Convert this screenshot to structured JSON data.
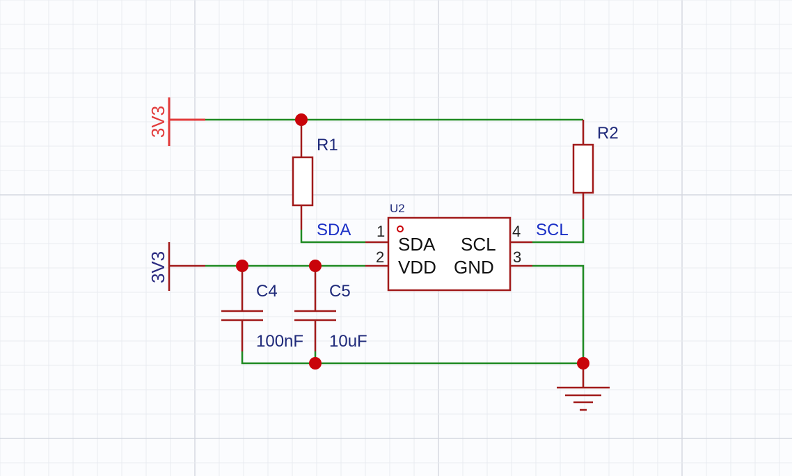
{
  "power_top": {
    "label": "3V3",
    "color": "#e23a3a"
  },
  "power_bottom": {
    "label": "3V3",
    "color": "#2a2a80"
  },
  "resistors": [
    {
      "designator": "R1"
    },
    {
      "designator": "R2"
    }
  ],
  "capacitors": [
    {
      "designator": "C4",
      "value": "100nF"
    },
    {
      "designator": "C5",
      "value": "10uF"
    }
  ],
  "nets": {
    "sda": "SDA",
    "scl": "SCL"
  },
  "ic": {
    "designator": "U2",
    "pins": [
      {
        "number": "1",
        "name": "SDA"
      },
      {
        "number": "2",
        "name": "VDD"
      },
      {
        "number": "3",
        "name": "GND"
      },
      {
        "number": "4",
        "name": "SCL"
      }
    ]
  },
  "colors": {
    "wire": "#1f8a22",
    "pin": "#a11a1a",
    "junction": "#c9040a",
    "net_label": "#1a2fc6",
    "designator": "#1f2a7a"
  }
}
